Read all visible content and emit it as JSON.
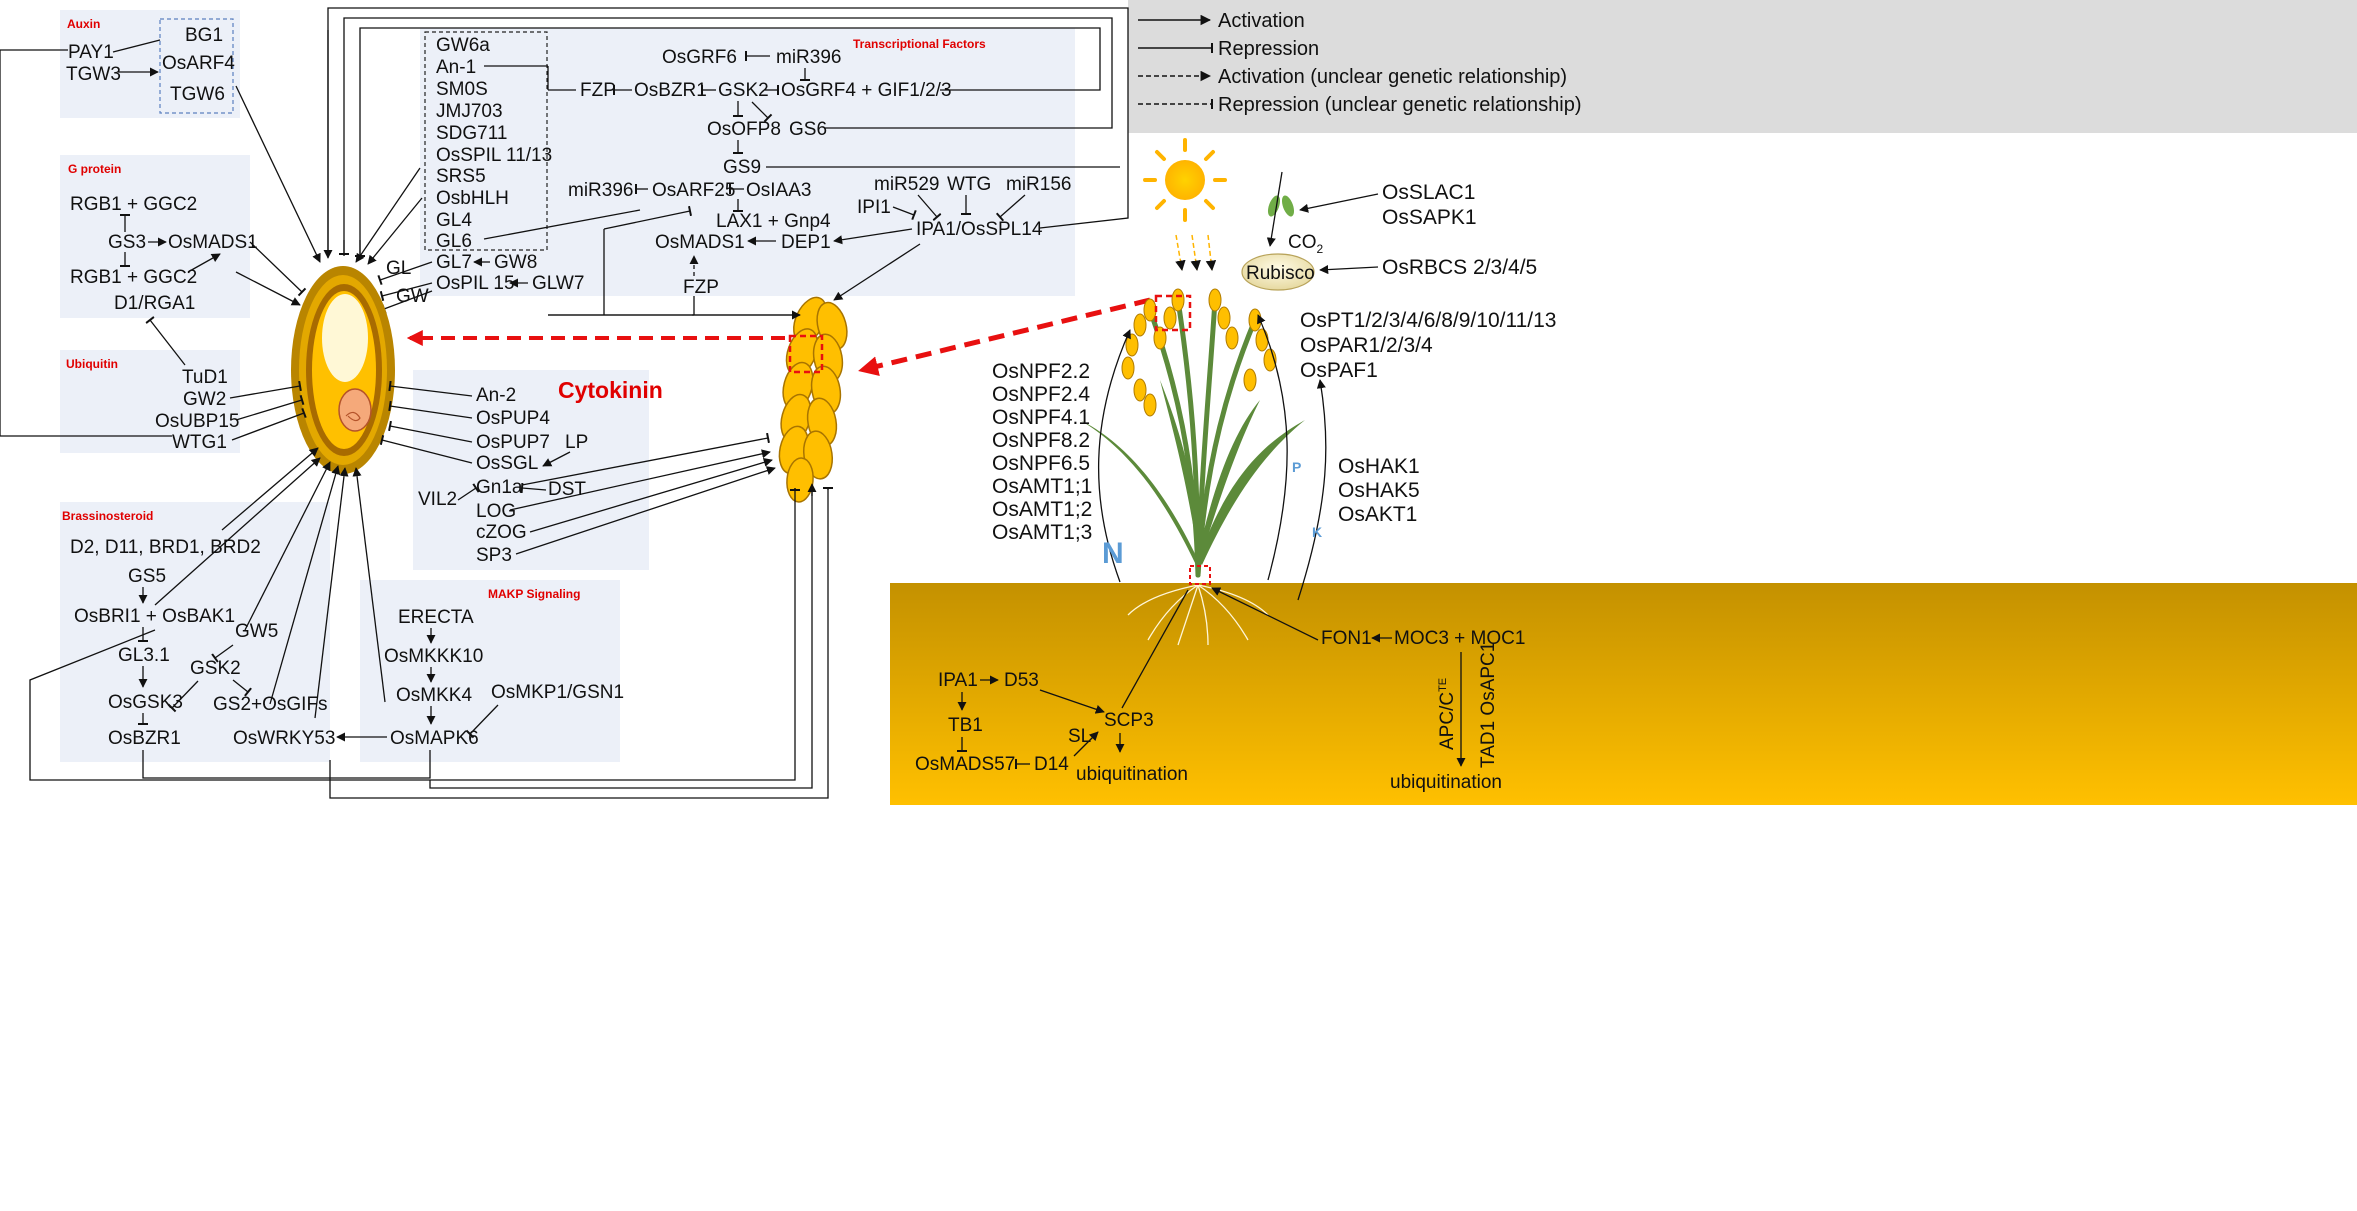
{
  "legend": {
    "activation": "Activation",
    "repression": "Repression",
    "activation_unclear": "Activation (unclear genetic relationship)",
    "repression_unclear": "Repression (unclear genetic relationship)"
  },
  "panels": {
    "auxin": {
      "title": "Auxin",
      "items": [
        "PAY1",
        "TGW3",
        "BG1",
        "OsARF4",
        "TGW6"
      ]
    },
    "g_protein": {
      "title": "G protein",
      "items": [
        "RGB1 + GGC2",
        "GS3",
        "OsMADS1",
        "RGB1 + GGC2",
        "D1/RGA1"
      ]
    },
    "ubiquitin": {
      "title": "Ubiquitin",
      "items": [
        "TuD1",
        "GW2",
        "OsUBP15",
        "WTG1"
      ]
    },
    "brassinosteroid": {
      "title": "Brassinosteroid",
      "items": [
        "D2, D11, BRD1, BRD2",
        "GS5",
        "OsBRI1 + OsBAK1",
        "GL3.1",
        "OsGSK3",
        "OsBZR1",
        "GW5",
        "GSK2",
        "GS2+OsGIFs",
        "OsWRKY53"
      ]
    },
    "makp": {
      "title": "MAKP Signaling",
      "items": [
        "ERECTA",
        "OsMKKK10",
        "OsMKK4",
        "OsMAPK6",
        "OsMKP1/GSN1"
      ]
    },
    "cytokinin": {
      "title": "Cytokinin",
      "items": [
        "An-2",
        "OsPUP4",
        "OsPUP7",
        "LP",
        "OsSGL",
        "VIL2",
        "Gn1a",
        "DST",
        "LOG",
        "cZOG",
        "SP3"
      ]
    },
    "tf": {
      "title": "Transcriptional  Factors",
      "items": [
        "GW6a",
        "An-1",
        "SM0S",
        "JMJ703",
        "SDG711",
        "OsSPIL 11/13",
        "SRS5",
        "OsbHLH",
        "GL4",
        "GL6",
        "OsGRF6",
        "miR396",
        "FZP",
        "OsBZR1",
        "GSK2",
        "OsGRF4 + GIF1/2/3",
        "OsOFP8",
        "GS6",
        "GS9",
        "miR396",
        "OsARF25",
        "OsIAA3",
        "LAX1 + Gnp4",
        "OsMADS1",
        "DEP1",
        "FZP",
        "miR529",
        "WTG",
        "miR156",
        "IPI1",
        "IPA1/OsSPL14"
      ]
    }
  },
  "grain_links": {
    "gl7": "GL7",
    "gw8": "GW8",
    "ospil15": "OsPIL 15",
    "glw7": "GLW7",
    "gl": "GL",
    "gw": "GW"
  },
  "plant": {
    "nitrogen": [
      "OsNPF2.2",
      "OsNPF2.4",
      "OsNPF4.1",
      "OsNPF8.2",
      "OsNPF6.5",
      "OsAMT1;1",
      "OsAMT1;2",
      "OsAMT1;3"
    ],
    "phosphorus": [
      "OsPT1/2/3/4/6/8/9/10/11/13",
      "OsPAR1/2/3/4",
      "OsPAF1"
    ],
    "potassium": [
      "OsHAK1",
      "OsHAK5",
      "OsAKT1"
    ],
    "photosynthesis": [
      "OsSLAC1",
      "OsSAPK1",
      "OsRBCS 2/3/4/5"
    ],
    "co2": "CO",
    "co2_sub": "2",
    "rubisco": "Rubisco",
    "n_label": "N",
    "p_label": "P",
    "k_label": "K"
  },
  "soil": {
    "items": [
      "IPA1",
      "D53",
      "TB1",
      "OsMADS57",
      "D14",
      "SL",
      "SCP3",
      "ubiquitination",
      "FON1",
      "MOC3 + MOC1",
      "APC/C",
      "TE",
      "TAD1  OsAPC1",
      "ubiquitination"
    ]
  },
  "colors": {
    "panel": "#ecf0f8",
    "title_red": "#e00000",
    "soil_top": "#c49100",
    "soil_bottom": "#ffc000",
    "legend_bg": "#dcdcdc",
    "arrow_red": "#e81010",
    "label_blue": "#5b9bd5"
  }
}
